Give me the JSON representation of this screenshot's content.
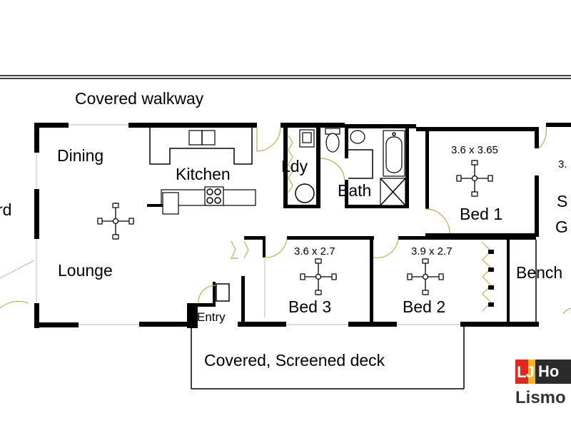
{
  "labels": {
    "covered_walkway": "Covered walkway",
    "dining": "Dining",
    "kitchen": "Kitchen",
    "lounge": "Lounge",
    "laundry": "Ldy",
    "bath": "Bath",
    "bed1": "Bed 1",
    "bed1_dim": "3.6 x 3.65",
    "bed2": "Bed 2",
    "bed2_dim": "3.9 x 2.7",
    "bed3": "Bed 3",
    "bed3_dim": "3.6 x 2.7",
    "entry": "Entry",
    "deck": "Covered, Screened deck",
    "bench_partial": "Bench",
    "right_partial_s": "S",
    "right_partial_g": "G",
    "right_partial_dim": "3.",
    "left_partial": "rd"
  },
  "logo": {
    "mark": "LJ",
    "brand_partial": "Ho",
    "office_partial": "Lismo"
  },
  "colors": {
    "wall": "#000000",
    "door_swing": "#c8a84a",
    "logo_red": "#e3271c",
    "logo_yellow": "#f7b31b",
    "logo_dark": "#2b2b2b"
  }
}
